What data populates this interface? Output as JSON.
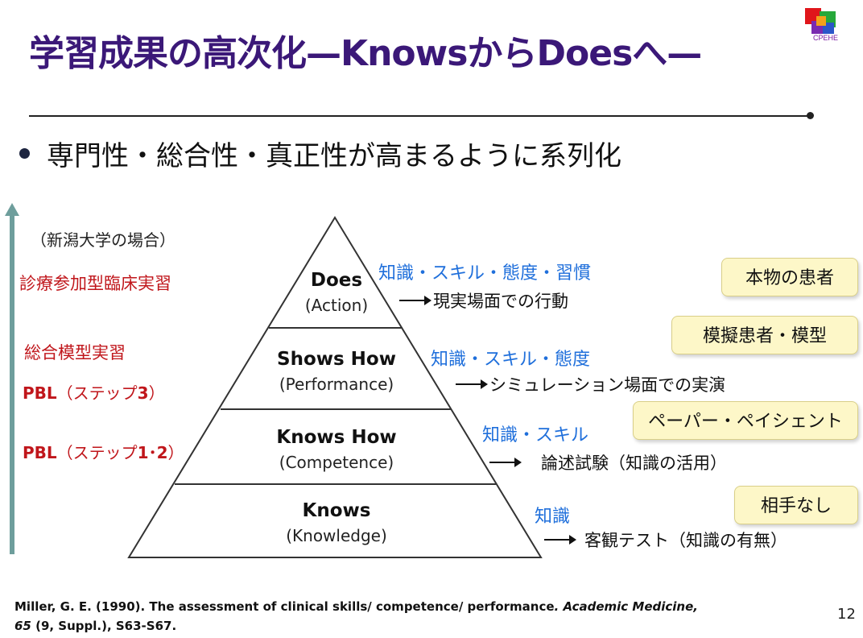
{
  "slide": {
    "title": "学習成果の高次化—KnowsからDoesへ—",
    "logo_text": "CPEHE",
    "bullet": "専門性・総合性・真正性が高まるように系列化",
    "page_number": "12"
  },
  "left_scale": {
    "case_label": "（新潟大学の場合）",
    "items": [
      {
        "label": "診療参加型臨床実習"
      },
      {
        "label": "総合模型実習"
      },
      {
        "label": "PBL",
        "suffix_pre": "（ステップ",
        "suffix_bold": "3",
        "suffix_post": "）"
      },
      {
        "label": "PBL",
        "suffix_pre": "（ステップ",
        "suffix_bold": "1･2",
        "suffix_post": "）"
      }
    ]
  },
  "pyramid": {
    "tiers": [
      {
        "name": "Does",
        "sub": "(Action)"
      },
      {
        "name": "Shows How",
        "sub": "(Performance)"
      },
      {
        "name": "Knows How",
        "sub": "(Competence)"
      },
      {
        "name": "Knows",
        "sub": "(Knowledge)"
      }
    ]
  },
  "right_side": [
    {
      "skill": "知識・スキル・態度・習慣",
      "result": "現実場面での行動",
      "box": "本物の患者"
    },
    {
      "skill": "知識・スキル・態度",
      "result": "シミュレーション場面での実演",
      "box": "模擬患者・模型"
    },
    {
      "skill": "知識・スキル",
      "result": "論述試験（知識の活用）",
      "box": "ペーパー・ペイシェント"
    },
    {
      "skill": "知識",
      "result": "客観テスト（知識の有無）",
      "box": "相手なし"
    }
  ],
  "citation": {
    "line1_plain": "Miller, G. E. (1990). The assessment of clinical skills/ competence/ performance",
    "line1_italic": ". Academic Medicine,",
    "line2_italic": "65",
    "line2_plain": " (9, Suppl.), S63-S67."
  },
  "colors": {
    "title": "#3b1878",
    "left_labels": "#c0161b",
    "skill_text": "#1f6fdb",
    "box_fill": "#fdf7c8",
    "arrow_teal": "#6e9e9c"
  }
}
